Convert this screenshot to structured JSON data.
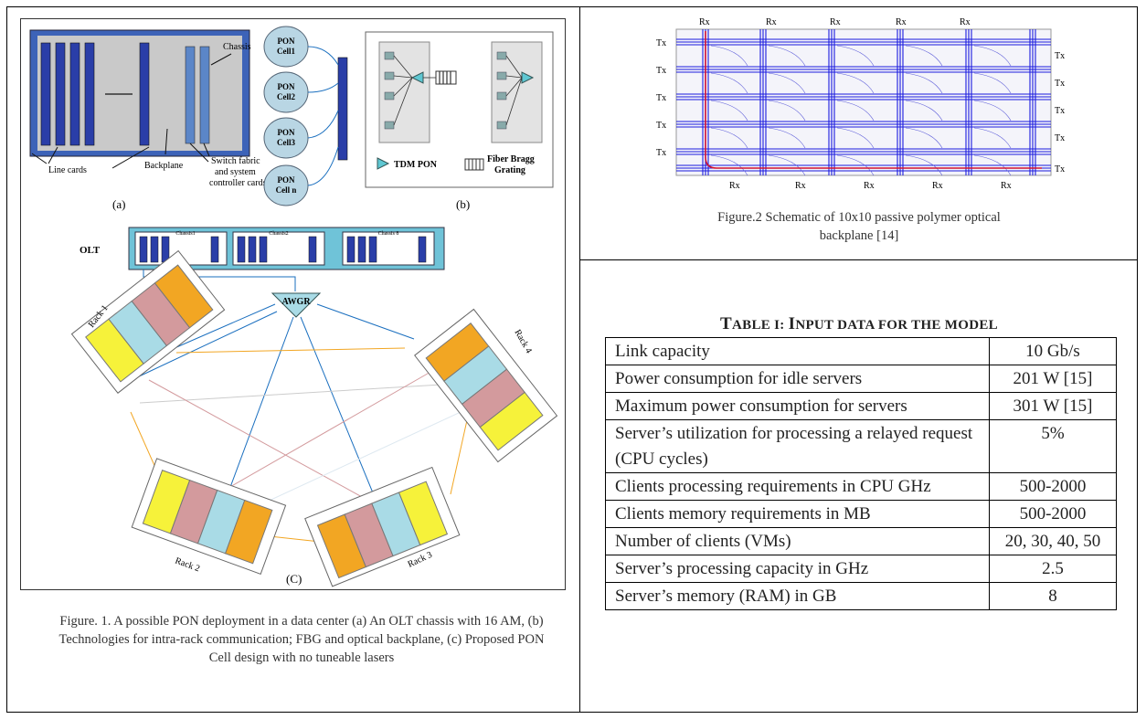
{
  "figure1": {
    "caption": "Figure. 1. A possible PON deployment in a data center (a) An OLT chassis with 16 AM, (b) Technologies for intra-rack communication; FBG and optical backplane, (c) Proposed PON Cell design with no tuneable lasers",
    "panel_a": {
      "chassis_label": "Chassis",
      "line_cards_label": "Line cards",
      "backplane_label": "Backplane",
      "switch_label_1": "Switch fabric",
      "switch_label_2": "and system",
      "switch_label_3": "controller cards",
      "tag": "(a)"
    },
    "pon_cells": [
      {
        "l1": "PON",
        "l2": "Cell1"
      },
      {
        "l1": "PON",
        "l2": "Cell2"
      },
      {
        "l1": "PON",
        "l2": "Cell3"
      },
      {
        "l1": "PON",
        "l2": "Cell n"
      }
    ],
    "panel_b": {
      "tdm_label": "TDM PON",
      "fbg_label_1": "Fiber Bragg",
      "fbg_label_2": "Grating",
      "tag": "(b)"
    },
    "panel_c": {
      "olt_label": "OLT",
      "chassis_labels": [
        "Chassis1",
        "Chassis2",
        "Chassis 8"
      ],
      "awgr_label": "AWGR",
      "rack_labels": [
        "Rack 1",
        "Rack 2",
        "Rack 3",
        "Rack 4"
      ],
      "tag": "(C)"
    }
  },
  "figure2": {
    "caption_line1": "Figure.2 Schematic of 10x10 passive polymer optical",
    "caption_line2": "backplane [14]",
    "tx_label": "Tx",
    "rx_label": "Rx"
  },
  "table": {
    "title_first": "T",
    "title_rest": "ABLE I: ",
    "title_first2": "I",
    "title_rest2": "NPUT DATA FOR THE MODEL",
    "rows": [
      {
        "param": "Link capacity",
        "value": "10 Gb/s"
      },
      {
        "param": "Power consumption for idle servers",
        "value": "201 W [15]"
      },
      {
        "param": "Maximum power consumption for servers",
        "value": "301 W [15]"
      },
      {
        "param": "Server’s utilization for processing a relayed request (CPU cycles)",
        "value": "5%"
      },
      {
        "param": "Clients processing requirements in CPU GHz",
        "value": "500-2000"
      },
      {
        "param": "Clients memory requirements in MB",
        "value": "500-2000"
      },
      {
        "param": "Number of clients (VMs)",
        "value": "20, 30, 40, 50"
      },
      {
        "param": "Server’s processing capacity in GHz",
        "value": "2.5"
      },
      {
        "param": "Server’s memory (RAM) in GB",
        "value": "8"
      }
    ]
  },
  "colors": {
    "card_blue": "#2a3ea8",
    "chassis_blue": "#3d63b8",
    "olt_teal": "#6fc3d8",
    "orange": "#f2a623",
    "pink": "#d39a9d",
    "light_blue": "#a9dbe6",
    "yellow": "#f6f23a",
    "fiber_blue": "#1a6fbf",
    "backplane_blue": "#1a1adf",
    "backplane_red": "#d01030"
  }
}
